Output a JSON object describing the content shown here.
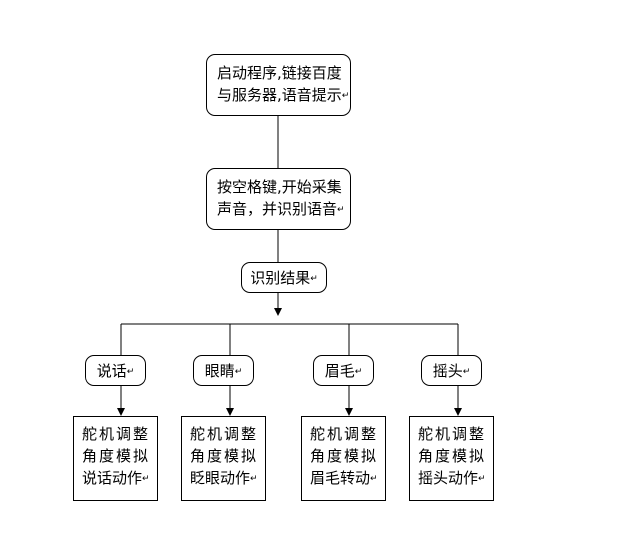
{
  "nodes": {
    "start": {
      "line1": "启动程序,链接百度",
      "line2": "与服务器,语音提示"
    },
    "input": {
      "line1": "按空格键,开始采集",
      "line2": "声音，并识别语音"
    },
    "result": {
      "label": "识别结果"
    },
    "categories": [
      {
        "label": "说话"
      },
      {
        "label": "眼睛"
      },
      {
        "label": "眉毛"
      },
      {
        "label": "摇头"
      }
    ],
    "actions": [
      {
        "line1": "舵机调整",
        "line2": "角度模拟",
        "line3": "说话动作"
      },
      {
        "line1": "舵机调整",
        "line2": "角度模拟",
        "line3": "眨眼动作"
      },
      {
        "line1": "舵机调整",
        "line2": "角度模拟",
        "line3": "眉毛转动"
      },
      {
        "line1": "舵机调整",
        "line2": "角度模拟",
        "line3": "摇头动作"
      }
    ]
  },
  "paragraph_mark": "↵"
}
